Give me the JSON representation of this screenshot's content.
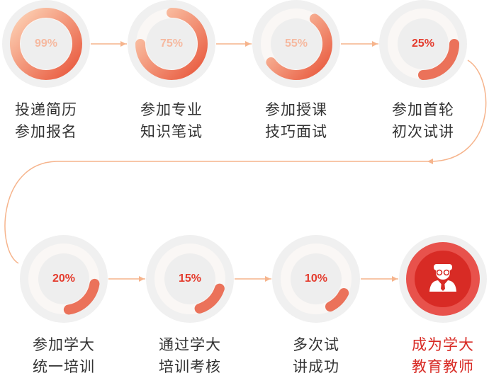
{
  "steps": [
    {
      "percent": "99%",
      "progress": 0.99,
      "line1": "投递简历",
      "line2": "参加报名"
    },
    {
      "percent": "75%",
      "progress": 0.75,
      "line1": "参加专业",
      "line2": "知识笔试"
    },
    {
      "percent": "55%",
      "progress": 0.55,
      "line1": "参加授课",
      "line2": "技巧面试"
    },
    {
      "percent": "25%",
      "progress": 0.25,
      "line1": "参加首轮",
      "line2": "初次试讲"
    },
    {
      "percent": "20%",
      "progress": 0.2,
      "line1": "参加学大",
      "line2": "统一培训"
    },
    {
      "percent": "15%",
      "progress": 0.15,
      "line1": "通过学大",
      "line2": "培训考核"
    },
    {
      "percent": "10%",
      "progress": 0.1,
      "line1": "多次试",
      "line2": "讲成功"
    }
  ],
  "final": {
    "line1": "成为学大",
    "line2": "教育教师",
    "icon": "teacher-icon"
  },
  "colors": {
    "accent": "#d82b25",
    "arc_light": "#fbc8a8",
    "arc_dark": "#e85a3e",
    "connector": "#f6b48c",
    "ring": "#f0f0f0",
    "inner": "#eeeeee",
    "text": "#333333",
    "pct_light": "#f6b9a0",
    "pct_dark": "#e43c2e"
  }
}
